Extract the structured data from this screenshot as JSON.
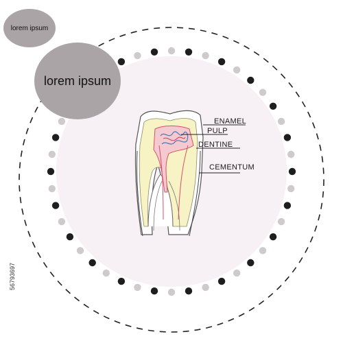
{
  "bubbles": {
    "small_label": "lorem ipsum",
    "large_label": "lorem ipsum"
  },
  "tooth_parts": {
    "enamel": "ENAMEL",
    "pulp": "PULP",
    "dentine": "DENTINE",
    "cementum": "CEMENTUM"
  },
  "side_text": "56793697",
  "colors": {
    "bubble_fill": "#aaa4a7",
    "inner_disc": "#f7f0f4",
    "dot_dark": "#1e1e1e",
    "dot_light": "#cfcbcd",
    "dashed_ring": "#222222",
    "dentine_fill": "#f7f3c5",
    "pulp_fill": "#f4c9cf",
    "pulp_outline": "#d94f68",
    "vessel_blue": "#4a78b5",
    "label_line": "#222222"
  },
  "icons": {
    "tooth": "tooth-cross-section-icon"
  }
}
